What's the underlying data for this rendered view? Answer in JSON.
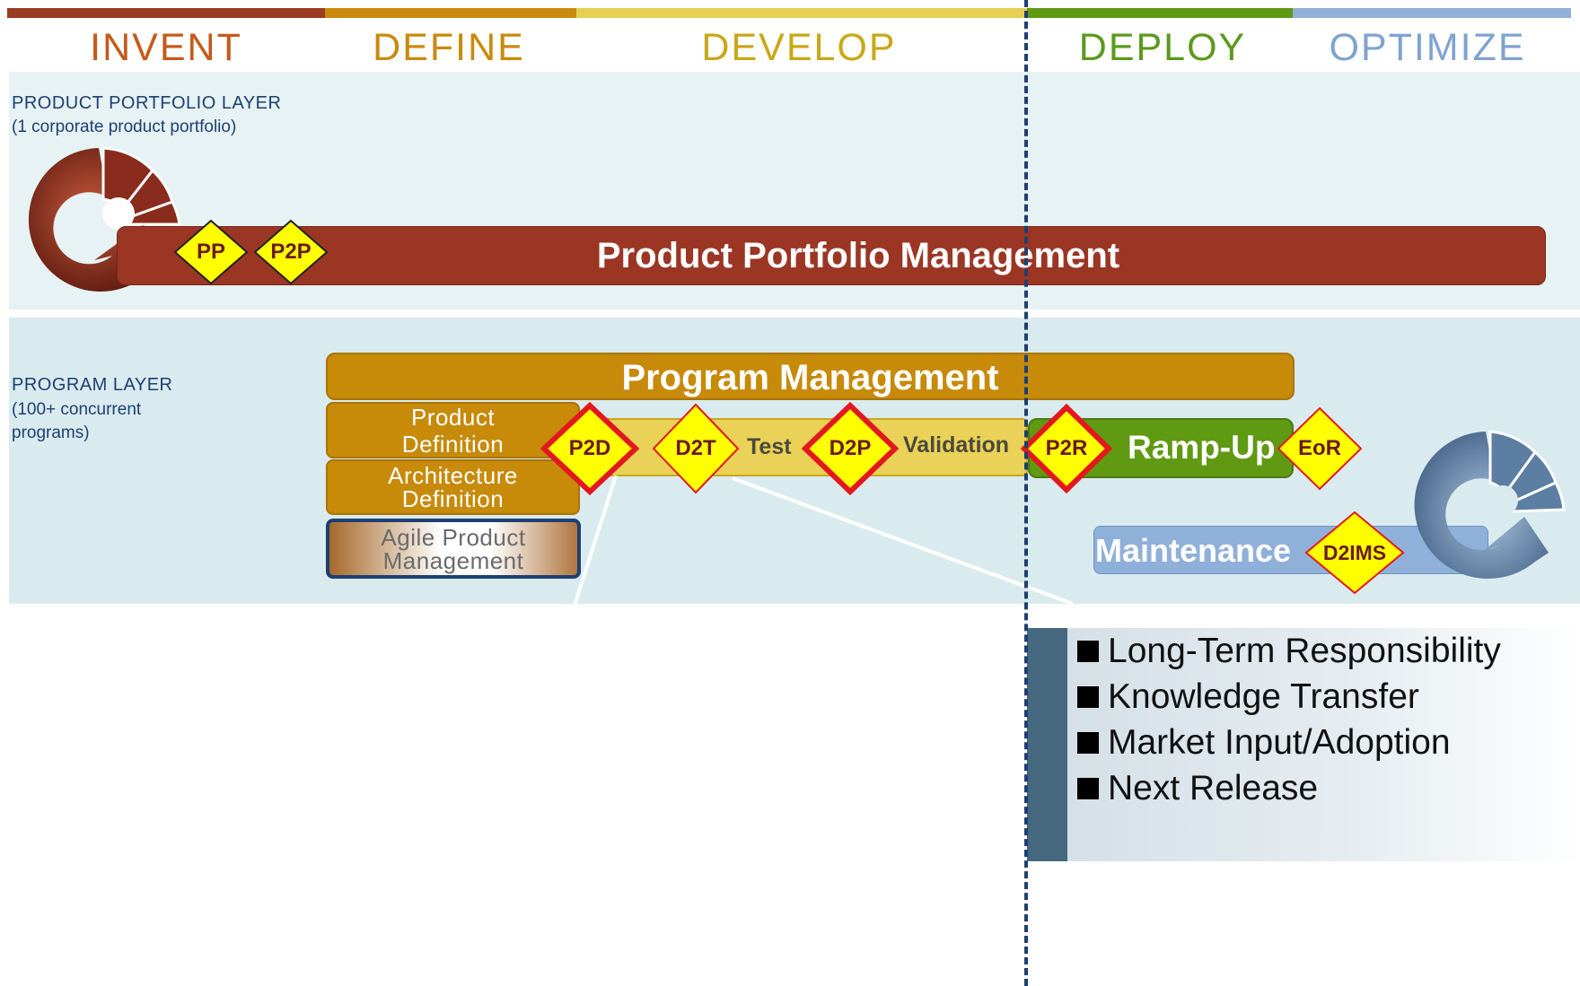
{
  "phases": [
    {
      "label": "INVENT",
      "color": "#c55a1a",
      "bar": "#9b3c24"
    },
    {
      "label": "DEFINE",
      "color": "#c98a0b",
      "bar": "#c98a0b"
    },
    {
      "label": "DEVELOP",
      "color": "#c9a817",
      "bar": "#e6cf52"
    },
    {
      "label": "DEPLOY",
      "color": "#5a9a1f",
      "bar": "#5f9a12"
    },
    {
      "label": "OPTIMIZE",
      "color": "#7fa3cf",
      "bar": "#8fb0d9"
    }
  ],
  "portfolio_layer": {
    "title": "PRODUCT PORTFOLIO LAYER",
    "subtitle": "(1 corporate product portfolio)",
    "bar_label": "Product Portfolio Management",
    "gates": [
      "PP",
      "P2P"
    ]
  },
  "program_layer": {
    "title": "PROGRAM LAYER",
    "subtitle_line1": "(100+ concurrent",
    "subtitle_line2": "programs)",
    "bar_label": "Program Management",
    "product_definition": [
      "Product",
      "Definition"
    ],
    "architecture_definition": [
      "Architecture",
      "Definition"
    ],
    "agile": [
      "Agile Product",
      "Management"
    ],
    "test_label": "Test",
    "validation_label": "Validation",
    "rampup_label": "Ramp-Up",
    "maintenance_label": "Maintenance",
    "gates": [
      "P2D",
      "D2T",
      "D2P",
      "P2R",
      "EoR",
      "D2IMS"
    ]
  },
  "callout": {
    "items": [
      "Long-Term Responsibility",
      "Knowledge Transfer",
      "Market Input/Adoption",
      "Next Release"
    ]
  }
}
